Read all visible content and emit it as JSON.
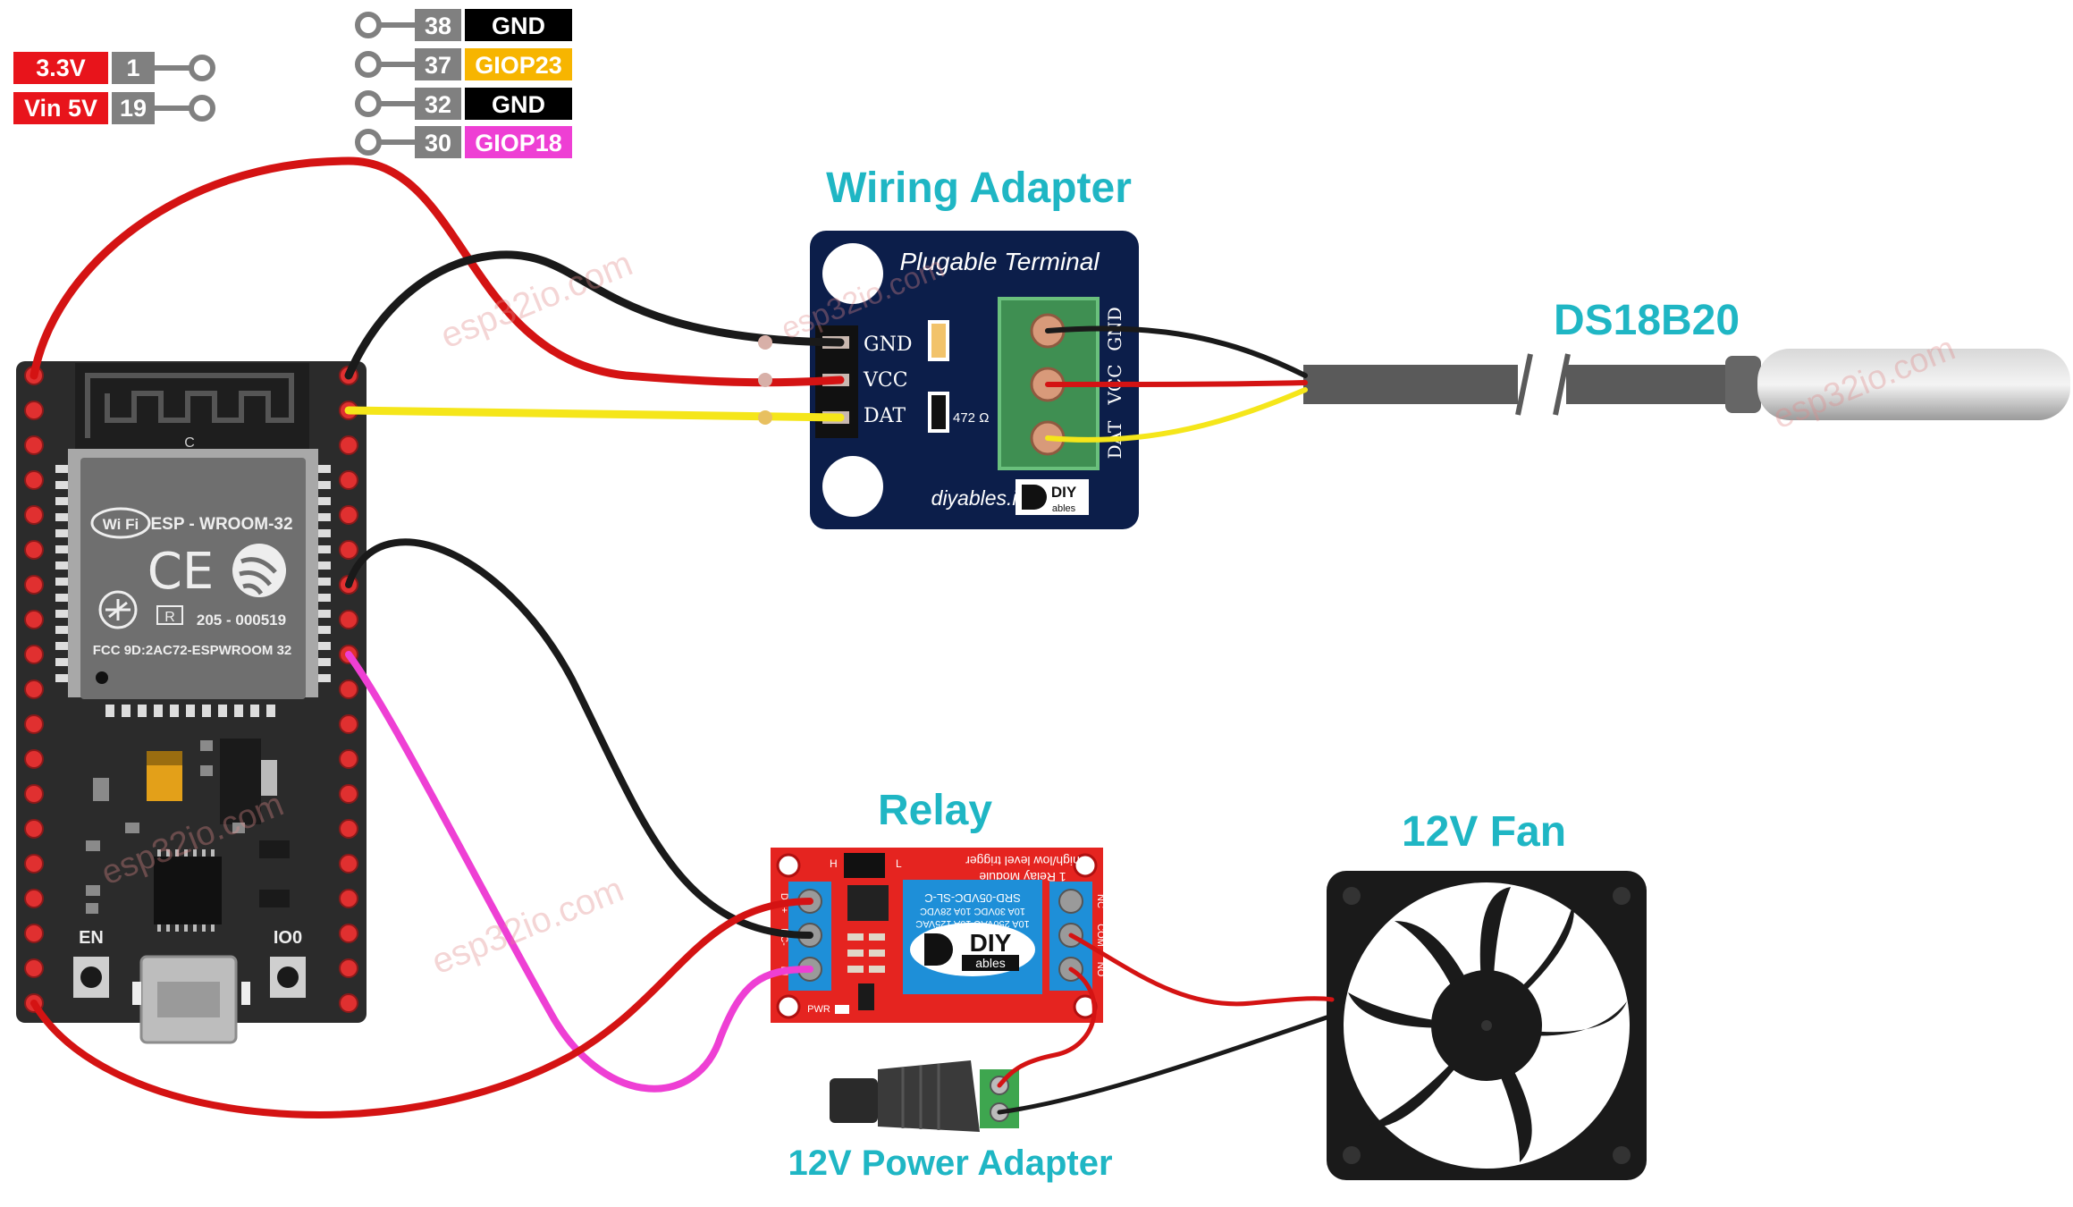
{
  "legend": {
    "left": [
      {
        "name": "3.3V",
        "pin": "1",
        "color": "#e8141b"
      },
      {
        "name": "Vin 5V",
        "pin": "19",
        "color": "#e8141b"
      }
    ],
    "top": [
      {
        "pin": "38",
        "name": "GND",
        "color": "#000000",
        "text_color": "#ffffff"
      },
      {
        "pin": "37",
        "name": "GIOP23",
        "color": "#f7b500",
        "text_color": "#ffffff"
      },
      {
        "pin": "32",
        "name": "GND",
        "color": "#000000",
        "text_color": "#ffffff"
      },
      {
        "pin": "30",
        "name": "GIOP18",
        "color": "#ee3fd4",
        "text_color": "#ffffff"
      }
    ]
  },
  "titles": {
    "wiring_adapter": "Wiring Adapter",
    "sensor": "DS18B20",
    "relay": "Relay",
    "fan": "12V Fan",
    "power_adapter": "12V Power Adapter"
  },
  "esp32": {
    "module_name": "ESP - WROOM-32",
    "wifi": "Wi Fi",
    "ce": "CE",
    "cert": "205 - 000519",
    "r_mark": "R",
    "fcc": "FCC 9D:2AC72-ESPWROOM 32",
    "antenna_c": "C",
    "btn_en": "EN",
    "btn_io0": "IO0"
  },
  "adapter": {
    "header": "Plugable Terminal",
    "pin_gnd": "GND",
    "pin_vcc": "VCC",
    "pin_dat": "DAT",
    "resistor": "472 Ω",
    "brand": "diyables.io",
    "logo_top": "DIY",
    "logo_bottom": "ables",
    "term_gnd": "GND",
    "term_vcc": "VCC",
    "term_dat": "DAT"
  },
  "relay_board": {
    "line1": "high/low level trigger",
    "line2": "1 Relay Module",
    "relay_text1": "SRD-05VDC-SL-C",
    "relay_text2": "10A 30VDC 10A 28VDC",
    "relay_text3": "10A 250VAC 10A 125VAC",
    "logo_top": "DIY",
    "logo_bottom": "ables",
    "pin_dc_plus": "DC+",
    "pin_dc_minus": "DC-",
    "pin_in": "IN",
    "pin_nc": "NC",
    "pin_com": "COM",
    "pin_no": "NO",
    "pwr": "PWR",
    "l": "L",
    "h": "H"
  },
  "watermark": "esp32io.com",
  "colors": {
    "red_wire": "#d41313",
    "black_wire": "#1a1a1a",
    "yellow_wire": "#f5e61a",
    "pink_wire": "#ee3fd4",
    "title": "#1fb6c4",
    "board": "#2b2b2b",
    "adapter_pcb": "#0c1e4a",
    "relay_pcb": "#e52420"
  }
}
